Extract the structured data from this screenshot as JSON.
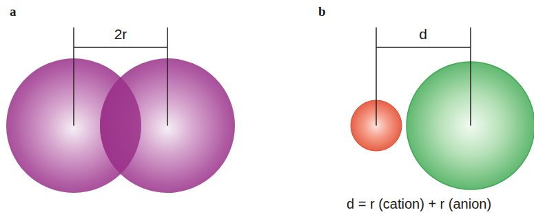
{
  "diagram": {
    "labels": [
      "a",
      "b",
      "2r",
      "d",
      "d = r (cation) + r (anion)"
    ]
  }
}
